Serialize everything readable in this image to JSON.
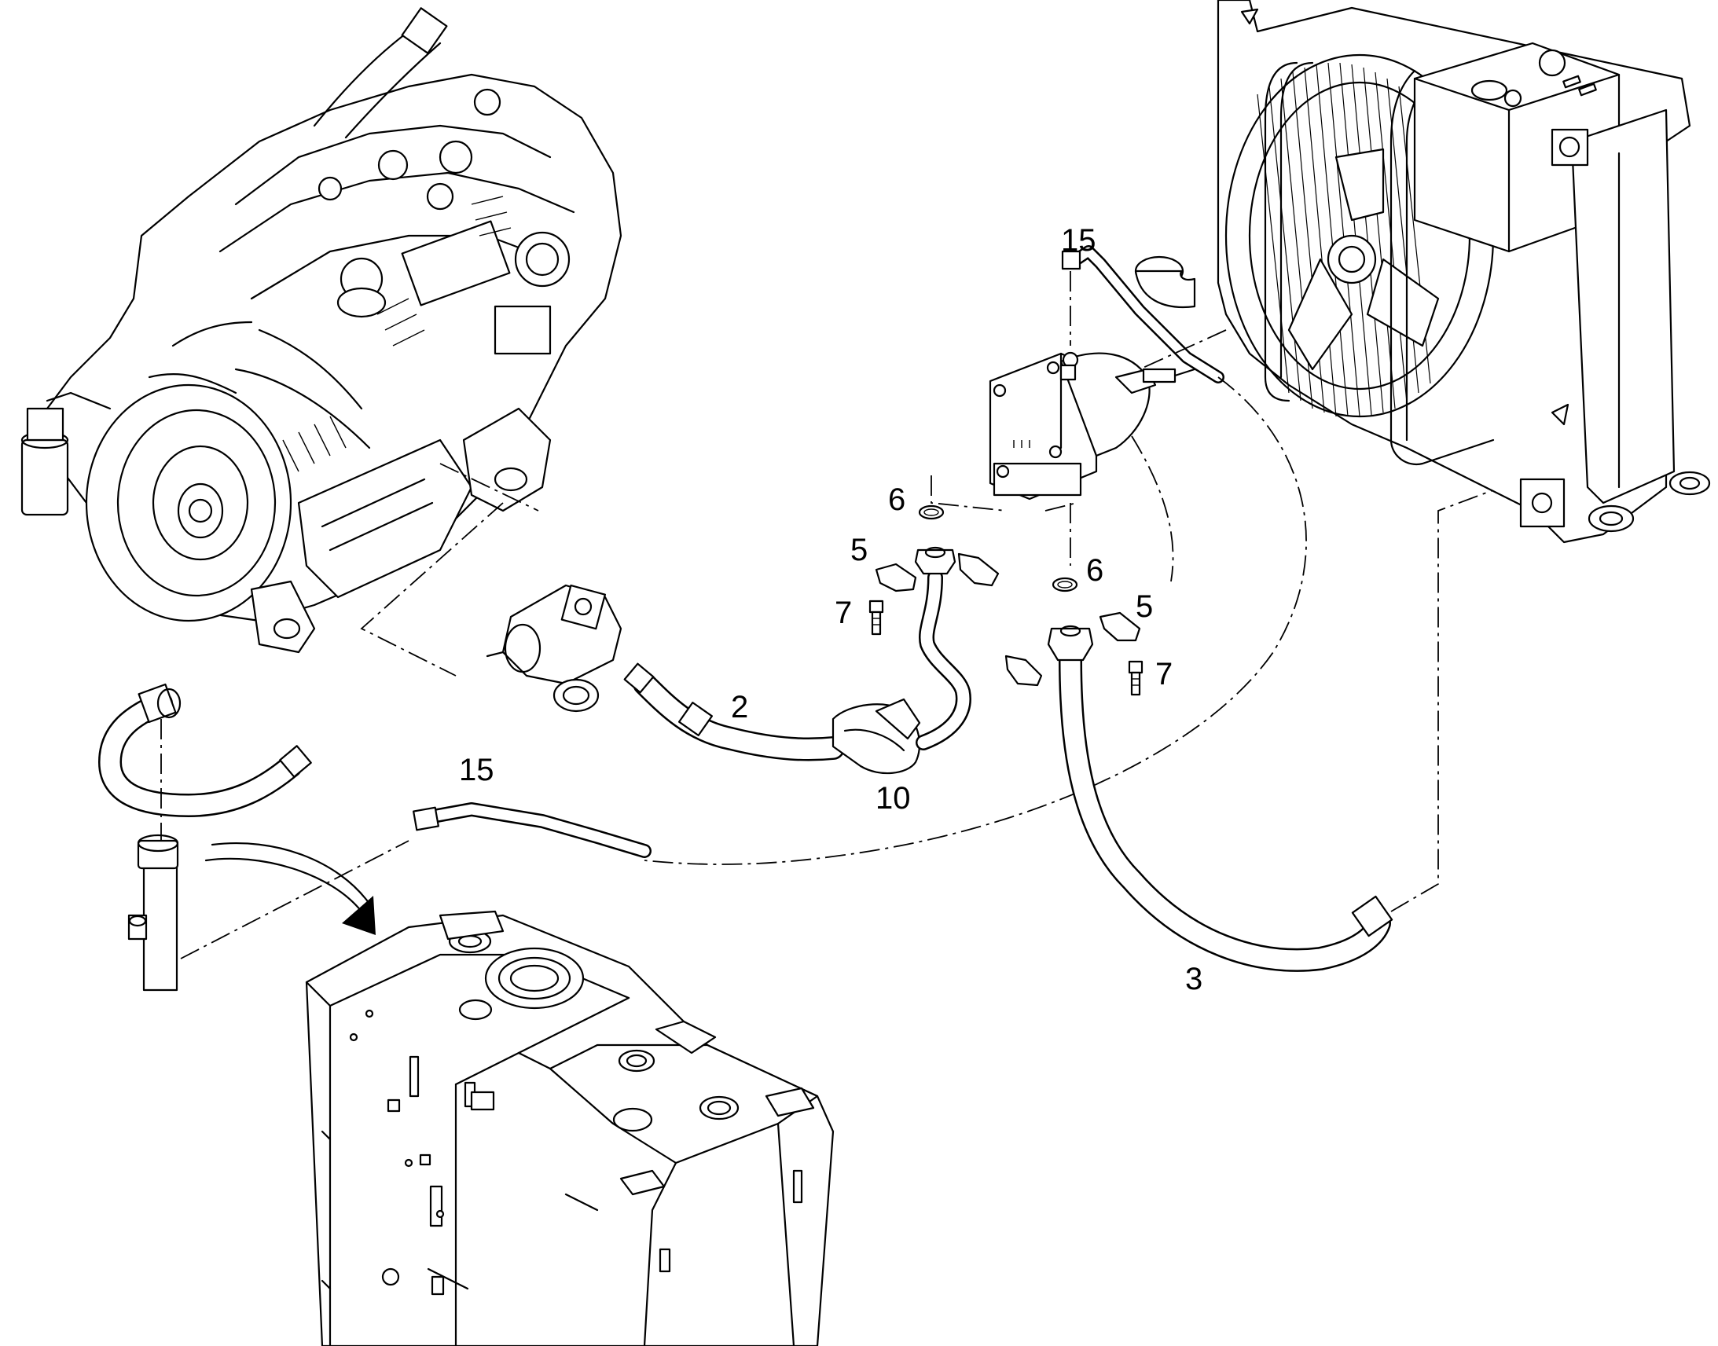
{
  "callouts": [
    {
      "id": "callout-15-top",
      "text": "15"
    },
    {
      "id": "callout-6-left",
      "text": "6"
    },
    {
      "id": "callout-5-left",
      "text": "5"
    },
    {
      "id": "callout-7-left",
      "text": "7"
    },
    {
      "id": "callout-6-right",
      "text": "6"
    },
    {
      "id": "callout-5-right",
      "text": "5"
    },
    {
      "id": "callout-7-right",
      "text": "7"
    },
    {
      "id": "callout-2",
      "text": "2"
    },
    {
      "id": "callout-10",
      "text": "10"
    },
    {
      "id": "callout-15-bottom",
      "text": "15"
    },
    {
      "id": "callout-3",
      "text": "3"
    }
  ]
}
